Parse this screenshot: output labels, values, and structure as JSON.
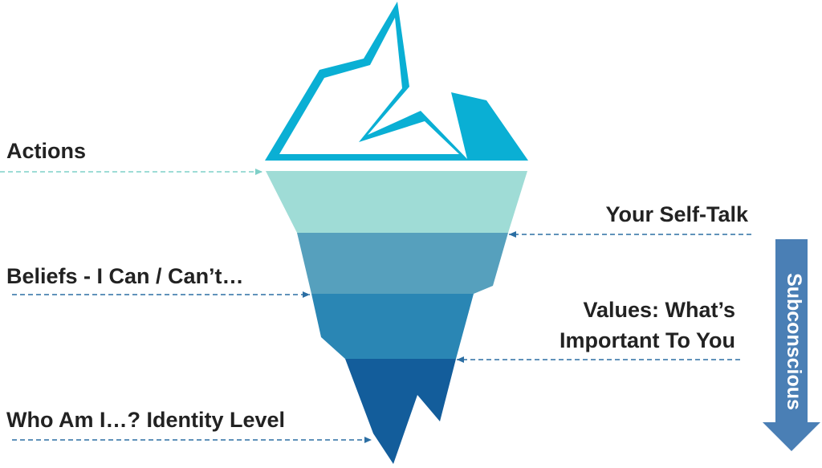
{
  "labels": {
    "actions": "Actions",
    "self_talk": "Your Self-Talk",
    "beliefs": "Beliefs - I Can / Can’t…",
    "values_line1": "Values: What’s",
    "values_line2": "Important To You",
    "identity": "Who Am I…? Identity Level"
  },
  "subconscious_arrow": {
    "label": "Subconscious",
    "color": "#4a7fb5"
  },
  "colors": {
    "tip": "#0aafd4",
    "layer_1": "#9fdcd6",
    "layer_2": "#56a0bd",
    "layer_3": "#2a86b4",
    "layer_4": "#135d9b",
    "leader_light": "#7fd0c8",
    "leader_dark": "#2b6ea3",
    "text": "#222222"
  }
}
